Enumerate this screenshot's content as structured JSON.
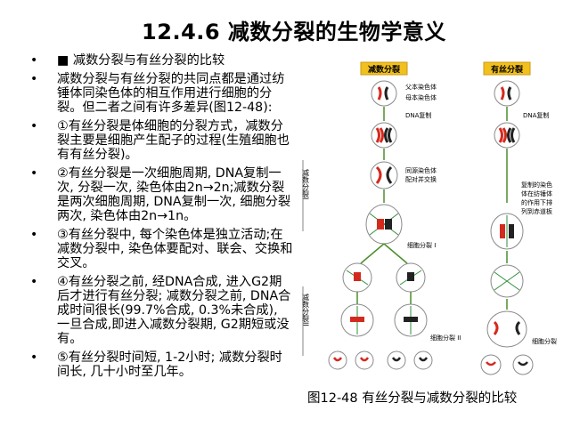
{
  "title": "12.4.6 减数分裂的生物学意义",
  "bullets": [
    "■ 减数分裂与有丝分裂的比较",
    "减数分裂与有丝分裂的共同点都是通过纺锤体同染色体的相互作用进行细胞的分裂。但二者之间有许多差异(图12-48):",
    "①有丝分裂是体细胞的分裂方式，减数分裂主要是细胞产生配子的过程(生殖细胞也有有丝分裂)。",
    "②有丝分裂是一次细胞周期, DNA复制一次, 分裂一次, 染色体由2n→2n;减数分裂是两次细胞周期, DNA复制一次, 细胞分裂两次, 染色体由2n→1n。",
    "③有丝分裂中, 每个染色体是独立活动;在减数分裂中, 染色体要配对、联会、交换和交叉。",
    "④有丝分裂之前, 经DNA合成, 进入G2期后才进行有丝分裂; 减数分裂之前, DNA合成时间很长(99.7%合成, 0.3%未合成), 一旦合成,即进入减数分裂期, G2期短或没有。",
    "⑤有丝分裂时间短, 1-2小时; 减数分裂时间长, 几十小时至几年。"
  ],
  "figure": {
    "meiosis_label": "减数分裂",
    "mitosis_label": "有丝分裂",
    "paternal_chromosome": "父本染色体",
    "maternal_chromosome": "母本染色体",
    "dna_replication_left": "DNA复制",
    "dna_replication_right": "DNA复制",
    "homolog_pairing": [
      "同源染色体",
      "配对并交换"
    ],
    "mitosis_alignment": [
      "复制的染色",
      "体在纺锤体",
      "的作用下排",
      "列到赤道板"
    ],
    "meiosis_one": "细胞分裂 I",
    "meiosis_two": "细胞分裂 II",
    "mitosis_division": "细胞分裂",
    "side_label_meiosis_one": "减数分裂I",
    "side_label_meiosis_two": "减数分裂II",
    "caption": "图12-48 有丝分裂与减数分裂的比较"
  },
  "colors": {
    "chromosome_red": "#d42a1e",
    "chromosome_black": "#222222",
    "spindle_green": "#2f8f3a",
    "cell_border": "#8a8a8a",
    "cell_fill": "#ffffff",
    "label_box": "#f2c01e",
    "arrow": "#4a8f2a"
  }
}
